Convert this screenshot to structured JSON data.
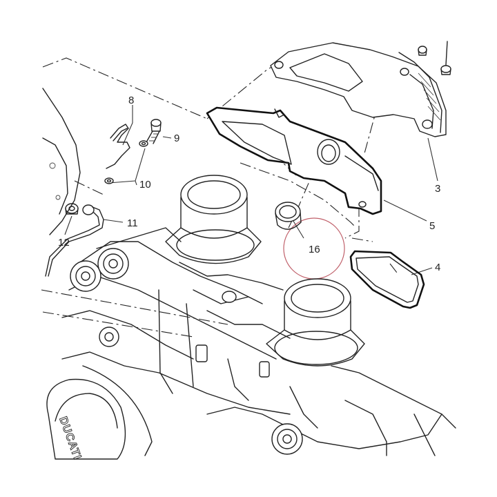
{
  "diagram": {
    "labels": {
      "l3": "3",
      "l4": "4",
      "l5": "5",
      "l8": "8",
      "l9": "9",
      "l10": "10",
      "l11": "11",
      "l12": "12",
      "l16": "16"
    },
    "engine_logo": "DUCATI",
    "highlight_color": "#c0606a",
    "line_color": "#222222"
  }
}
